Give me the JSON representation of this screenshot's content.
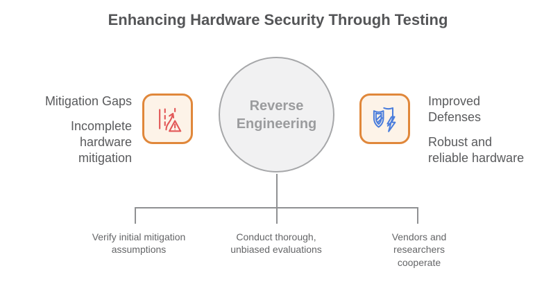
{
  "title": "Enhancing Hardware Security Through Testing",
  "center_node": {
    "label": "Reverse Engineering"
  },
  "left_section": {
    "icon": "lane-change-warning-icon",
    "heading": "Mitigation Gaps",
    "description": "Incomplete hardware mitigation"
  },
  "right_section": {
    "icon": "shield-lightning-icon",
    "heading": "Improved Defenses",
    "description": "Robust and reliable hardware"
  },
  "bottom_items": [
    {
      "label": "Verify initial mitigation assumptions"
    },
    {
      "label": "Conduct thorough, unbiased evaluations"
    },
    {
      "label": "Vendors and researchers cooperate"
    }
  ],
  "colors": {
    "title_text": "#545557",
    "body_text": "#595a5c",
    "muted_text": "#646567",
    "circle_fill": "#f1f1f2",
    "circle_border": "#a6a7a9",
    "circle_text": "#9b9c9e",
    "line_gray": "#8f9092",
    "icon_box_border": "#e0873a",
    "icon_box_bg": "#fdf3e8",
    "warning_red": "#e25757",
    "shield_blue": "#4a7ddc"
  }
}
